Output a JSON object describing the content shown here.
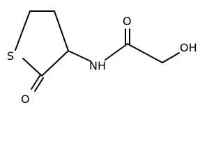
{
  "molecule": {
    "atoms": {
      "ring_sulfur": "S",
      "carbonyl_oxygen_ring": "O",
      "amide_nitrogen": "NH",
      "carbonyl_oxygen_amide": "O",
      "hydroxyl": "OH"
    }
  }
}
